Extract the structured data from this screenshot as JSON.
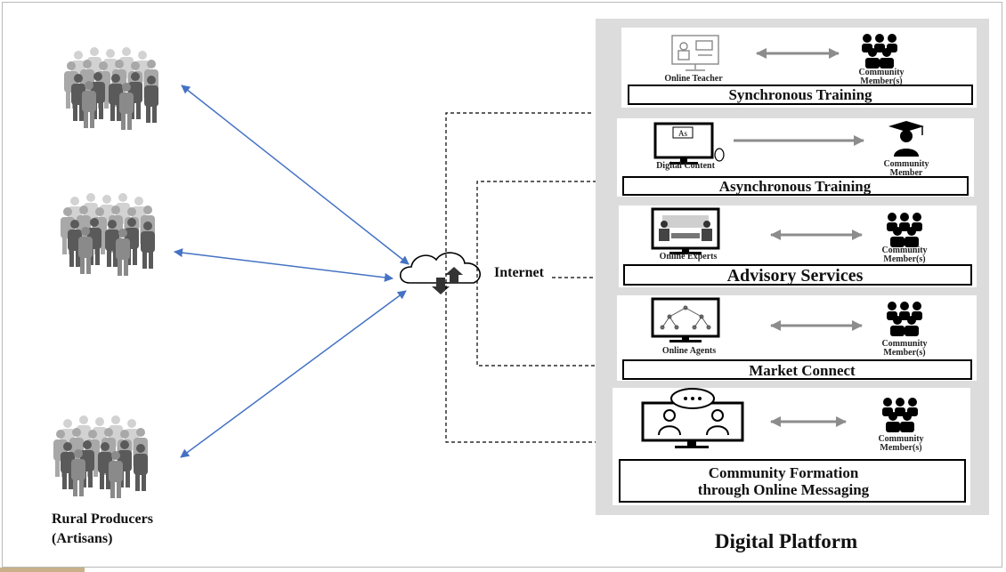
{
  "producers": {
    "label_line1": "Rural Producers",
    "label_line2": "(Artisans)"
  },
  "internet": {
    "label": "Internet"
  },
  "platform": {
    "title": "Digital Platform",
    "panels": [
      {
        "title": "Synchronous Training",
        "left_label": "Online Teacher",
        "right_line1": "Community",
        "right_line2": "Member(s)"
      },
      {
        "title": "Asynchronous Training",
        "left_label": "Digital Content",
        "right_line1": "Community",
        "right_line2": "Member",
        "screen_text": "As"
      },
      {
        "title": "Advisory Services",
        "left_label": "Online Experts",
        "right_line1": "Community",
        "right_line2": "Member(s)"
      },
      {
        "title": "Market Connect",
        "left_label": "Online Agents",
        "right_line1": "Community",
        "right_line2": "Member(s)"
      },
      {
        "title_line1": "Community Formation",
        "title_line2": "through Online Messaging",
        "right_line1": "Community",
        "right_line2": "Member(s)"
      }
    ]
  },
  "colors": {
    "arrow_blue": "#4472c4",
    "panel_gray": "#dcdcdc",
    "arrow_gray": "#8c8c8c"
  },
  "icons": {
    "crowd": "people-crowd-icon",
    "cloud": "cloud-upload-download-icon",
    "group": "community-group-icon",
    "teacher": "online-teacher-monitor-icon",
    "content": "digital-content-monitor-icon",
    "graduate": "graduate-member-icon",
    "experts": "online-experts-monitor-icon",
    "agents": "online-agents-monitor-icon",
    "chat": "video-chat-monitor-icon"
  }
}
